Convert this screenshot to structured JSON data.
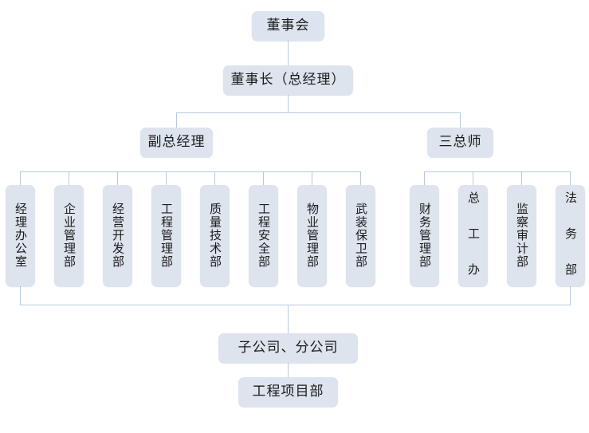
{
  "chart": {
    "title_node": "董事会",
    "colors": {
      "node_fill": "#dde4ee",
      "line": "#b9c9dd",
      "text": "#1a1a1a",
      "background": "#ffffff"
    },
    "levels": {
      "board": {
        "label": "董事会"
      },
      "chairman": {
        "label": "董事长（总经理）"
      },
      "vice_gm": {
        "label": "副总经理"
      },
      "three_chiefs": {
        "label": "三总师"
      },
      "subsidiary": {
        "label": "子公司、分公司"
      },
      "project_dept": {
        "label": "工程项目部"
      }
    },
    "departments_left": [
      {
        "label": "经理办公室"
      },
      {
        "label": "企业管理部"
      },
      {
        "label": "经营开发部"
      },
      {
        "label": "工程管理部"
      },
      {
        "label": "质量技术部"
      },
      {
        "label": "工程安全部"
      },
      {
        "label": "物业管理部"
      },
      {
        "label": "武装保卫部"
      }
    ],
    "departments_right": [
      {
        "label": "财务管理部"
      },
      {
        "label": "总 工 办"
      },
      {
        "label": "监察审计部"
      },
      {
        "label": "法 务 部"
      }
    ]
  }
}
